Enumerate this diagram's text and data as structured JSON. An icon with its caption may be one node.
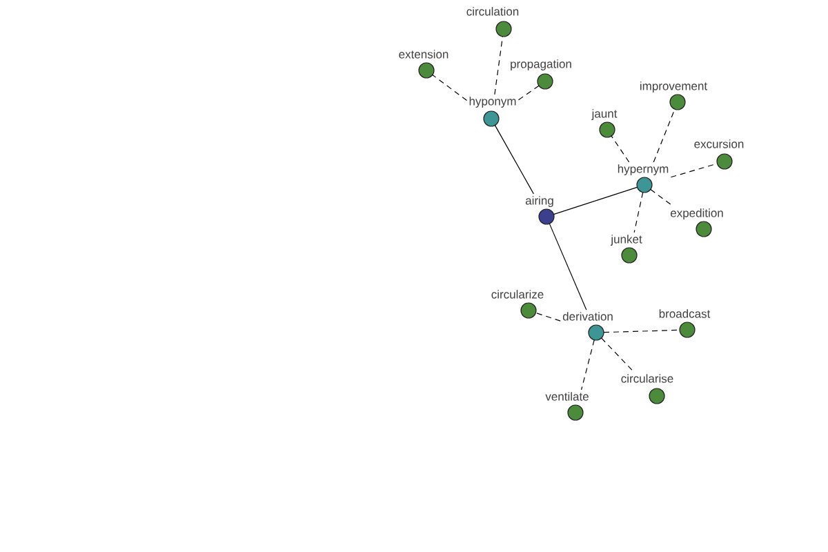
{
  "diagram": {
    "nodes": [
      {
        "text": [
          "airing"
        ]
      },
      {
        "text": [
          "hyponym"
        ]
      },
      {
        "text": [
          "circulation"
        ]
      },
      {
        "text": [
          "extension"
        ]
      },
      {
        "text": [
          "propagation"
        ]
      },
      {
        "text": [
          "hypernym"
        ]
      },
      {
        "text": [
          "improvement"
        ]
      },
      {
        "text": [
          "jaunt"
        ]
      },
      {
        "text": [
          "excursion"
        ]
      },
      {
        "text": [
          "expedition"
        ]
      },
      {
        "text": [
          "junket"
        ]
      },
      {
        "text": [
          "derivation"
        ]
      },
      {
        "text": [
          "circularize"
        ]
      },
      {
        "text": [
          "broadcast"
        ]
      },
      {
        "text": [
          "circularise"
        ]
      },
      {
        "text": [
          "ventilate"
        ]
      }
    ],
    "edges": [
      {
        "from": 0,
        "to": 1,
        "arrow": "none"
      },
      {
        "from": 0,
        "to": 5,
        "arrow": "none"
      },
      {
        "from": 0,
        "to": 11,
        "arrow": "none"
      },
      {
        "from": 1,
        "to": 2,
        "arrow": "none",
        "style": "dashed"
      },
      {
        "from": 1,
        "to": 3,
        "arrow": "none",
        "style": "dashed"
      },
      {
        "from": 1,
        "to": 4,
        "arrow": "none",
        "style": "dashed"
      },
      {
        "from": 5,
        "to": 6,
        "arrow": "none",
        "style": "dashed"
      },
      {
        "from": 5,
        "to": 7,
        "arrow": "none",
        "style": "dashed"
      },
      {
        "from": 5,
        "to": 8,
        "arrow": "none",
        "style": "dashed"
      },
      {
        "from": 5,
        "to": 9,
        "arrow": "none",
        "style": "dashed"
      },
      {
        "from": 5,
        "to": 10,
        "arrow": "none",
        "style": "dashed"
      },
      {
        "from": 11,
        "to": 12,
        "arrow": "none",
        "style": "dashed"
      },
      {
        "from": 11,
        "to": 13,
        "arrow": "none",
        "style": "dashed"
      },
      {
        "from": 11,
        "to": 14,
        "arrow": "none",
        "style": "dashed"
      },
      {
        "from": 11,
        "to": 15,
        "arrow": "none",
        "style": "dashed"
      }
    ]
  }
}
